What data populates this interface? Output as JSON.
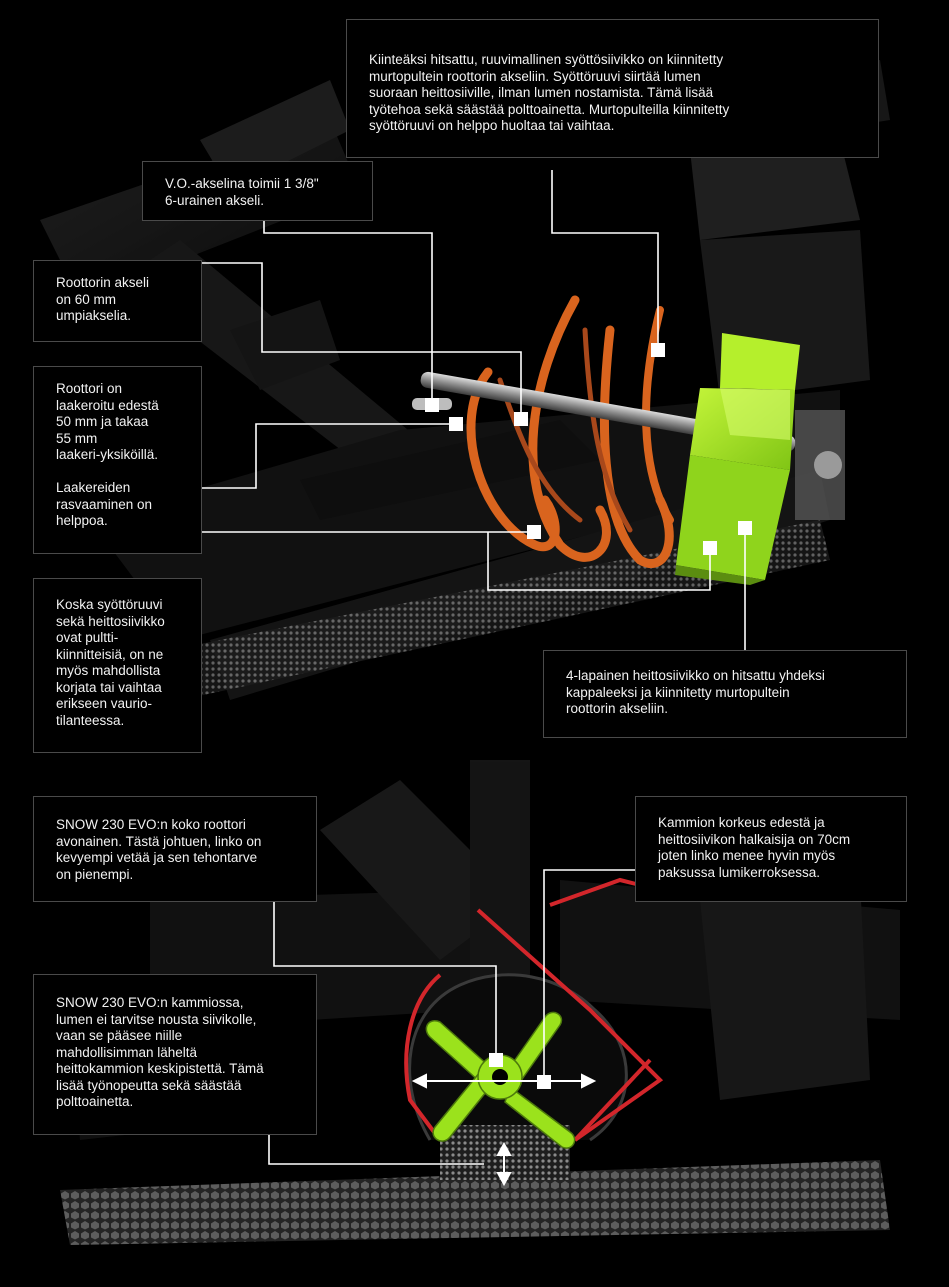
{
  "callouts": {
    "feed_screw": "Kiinteäksi hitsattu, ruuvimallinen syöttösiivikko on kiinnitetty\nmurtopultein roottorin akseliin. Syöttöruuvi siirtää lumen\nsuoraan heittosiiville, ilman lumen nostamista. Tämä lisää\ntyötehoa sekä säästää polttoainetta. Murtopulteilla kiinnitetty\nsyöttöruuvi on helppo huoltaa tai vaihtaa.",
    "pto_shaft": "V.O.-akselina toimii 1 3/8\"\n6-urainen akseli.",
    "rotor_shaft": "Roottorin akseli\non 60 mm\numpiakselia.",
    "bearings": "Roottori on\nlaakeroitu edestä\n50 mm ja takaa\n55 mm\nlaakeri-yksiköillä.\n\nLaakereiden\nrasvaaminen on\nhelppoa.",
    "bolted": "Koska syöttöruuvi\nsekä heittosiivikko\novat pultti-\nkiinnitteisiä, on ne\nmyös mahdollista\nkorjata tai vaihtaa\nerikseen vaurio-\ntilanteessa.",
    "impeller": "4-lapainen heittosiivikko on hitsattu yhdeksi\nkappaleeksi ja kiinnitetty murtopultein\nroottorin akseliin.",
    "open_rotor": "SNOW 230 EVO:n koko roottori\navonainen. Tästä johtuen, linko on\nkevyempi vetää ja sen tehontarve\non pienempi.",
    "chamber_height": "Kammion korkeus edestä ja\nheittosiivikon halkaisija on 70cm\njoten linko menee hyvin myös\npaksussa lumikerroksessa.",
    "chamber_flow": "SNOW 230 EVO:n kammiossa,\nlumen ei tarvitse nousta siivikolle,\nvaan se pääsee niille\nmahdollisimman läheltä\nheittokammion keskipistettä. Tämä\nlisää työnopeutta sekä säästää\npolttoainetta."
  },
  "colors": {
    "background": "#000000",
    "auger": "#d9641e",
    "impeller": "#9be21c",
    "housing_edge": "#d3262b",
    "shaft": "#9a9a9a",
    "leader": "#ffffff"
  }
}
